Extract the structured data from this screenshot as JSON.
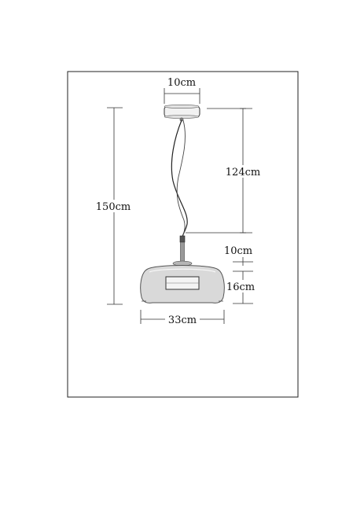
{
  "dimensions": {
    "canopy_width": "10cm",
    "cable_length": "124cm",
    "total_height": "150cm",
    "stem_length": "10cm",
    "shade_height": "16cm",
    "shade_width": "33cm"
  },
  "colors": {
    "line": "#222222",
    "shade_fill": "#d6d6d6",
    "shade_stroke": "#555555",
    "metal": "#8a8a8a",
    "text": "#111111"
  }
}
